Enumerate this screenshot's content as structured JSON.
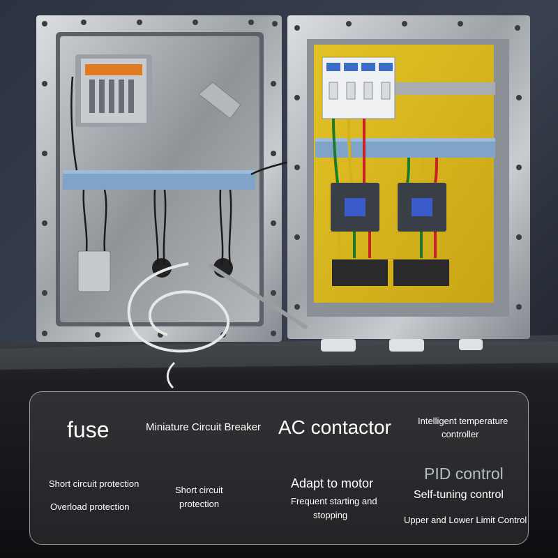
{
  "features": {
    "fuse": {
      "title": "fuse",
      "line1": "Short circuit protection",
      "line2": "Overload protection"
    },
    "mcb": {
      "title": "Miniature Circuit Breaker",
      "line1": "Short circuit",
      "line2": "protection"
    },
    "contactor": {
      "title": "AC contactor",
      "subtitle": "Adapt to motor",
      "line1": "Frequent starting and",
      "line2": "stopping"
    },
    "temperature": {
      "title1": "Intelligent temperature",
      "title2": "controller",
      "pid": "PID control",
      "selftune": "Self-tuning control",
      "limits": "Upper and Lower Limit Control"
    }
  }
}
